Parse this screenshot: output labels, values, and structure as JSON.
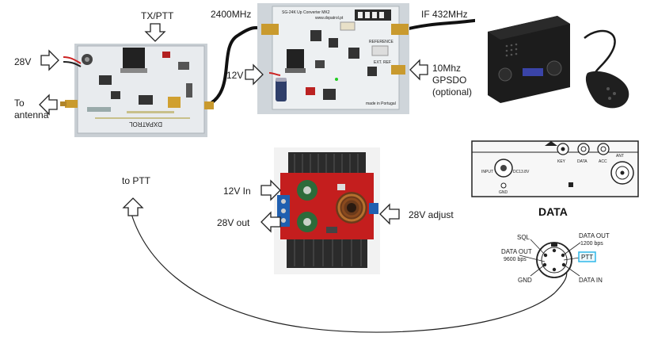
{
  "labels": {
    "tx_ptt": "TX/PTT",
    "freq_2400": "2400MHz",
    "if_432": "IF 432MHz",
    "v28": "28V",
    "to_antenna_1": "To",
    "to_antenna_2": "antenna",
    "v12": "12V",
    "ref_10mhz": "10Mhz",
    "gpsdo": "GPSDO",
    "optional": "(optional)",
    "to_ptt": "to PTT",
    "in_12v": "12V In",
    "out_28v": "28V out",
    "adjust_28v": "28V adjust",
    "data_title": "DATA"
  },
  "radio_panel": {
    "input": "INPUT",
    "dc": "DC13.8V",
    "gnd": "GND",
    "key": "KEY",
    "data": "DATA",
    "acc": "ACC",
    "ant": "ANT"
  },
  "pinout": {
    "sql": "SQL",
    "data_out_1200_a": "DATA OUT",
    "data_out_1200_b": "1200 bps",
    "data_out_9600_a": "DATA OUT",
    "data_out_9600_b": "9600 bps",
    "ptt": "PTT",
    "gnd": "GND",
    "data_in": "DATA IN"
  },
  "boards": {
    "amp_silk": "DXPATROL",
    "upconv_title": "SG-24K Up Converter MK2",
    "upconv_url": "www.dxpatrol.pt",
    "upconv_made": "made in Portugal",
    "upconv_ref_a": "REFERENCE",
    "upconv_ref_b": "EXT. REF"
  },
  "colors": {
    "pcb": "#e8ebee",
    "coax": "#111111",
    "gold": "#c99a2e",
    "heatsink": "#2b2b2b",
    "red_pcb": "#c41e1e",
    "ptt_box": "#30b8e8"
  }
}
